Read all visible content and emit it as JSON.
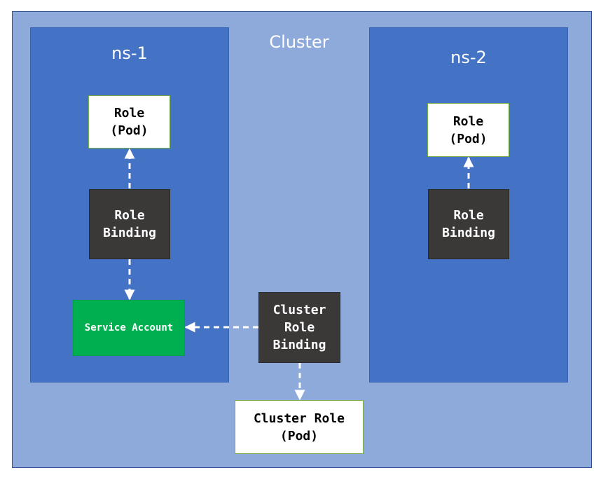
{
  "cluster": {
    "label": "Cluster"
  },
  "ns1": {
    "label": "ns-1",
    "role": "Role\n(Pod)",
    "role_binding": "Role\nBinding",
    "service_account": "Service Account"
  },
  "ns2": {
    "label": "ns-2",
    "role": "Role\n(Pod)",
    "role_binding": "Role\nBinding"
  },
  "cluster_role_binding": "Cluster\nRole\nBinding",
  "cluster_role": "Cluster Role\n(Pod)",
  "colors": {
    "cluster_bg": "#8eaadb",
    "namespace_bg": "#4472c4",
    "binding_bg": "#3b3838",
    "service_account_bg": "#00b050",
    "role_bg": "#ffffff"
  }
}
